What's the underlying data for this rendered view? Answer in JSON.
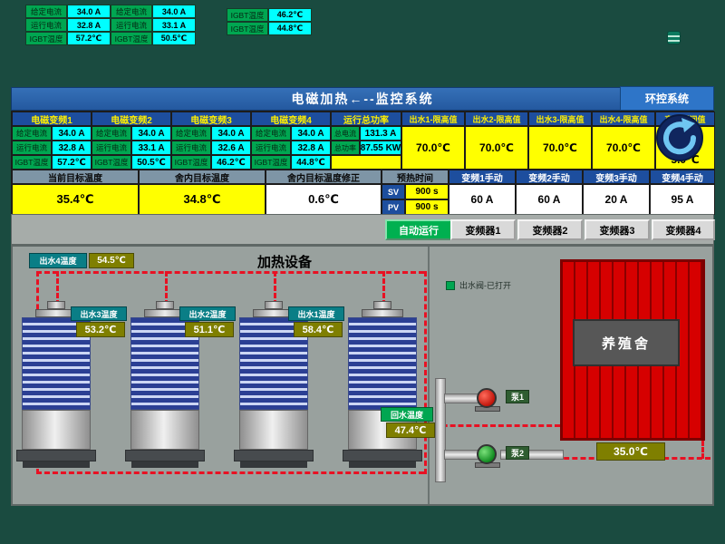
{
  "colors": {
    "background_teal": "#1a4b40",
    "header_blue": "#1d4e9e",
    "value_cyan": "#00ffff",
    "label_green": "#00a651",
    "panel_yellow": "#ffff00",
    "alarm_red": "#e81123",
    "olive_value": "#7f7f00",
    "teal_label": "#0a7e86",
    "run_green": "#00b050"
  },
  "top_strip": {
    "groups": [
      {
        "rows": [
          {
            "label": "给定电流",
            "value": "34.0 A"
          },
          {
            "label": "运行电流",
            "value": "32.8 A"
          },
          {
            "label": "IGBT温度",
            "value": "57.2℃"
          }
        ]
      },
      {
        "rows": [
          {
            "label": "给定电流",
            "value": "34.0 A"
          },
          {
            "label": "运行电流",
            "value": "33.1 A"
          },
          {
            "label": "IGBT温度",
            "value": "50.5℃"
          }
        ]
      },
      {
        "rows": [
          {
            "label": "IGBT温度",
            "value": "46.2℃"
          },
          {
            "label": "IGBT温度",
            "value": "44.8℃"
          }
        ]
      }
    ]
  },
  "titlebar": {
    "title": "电磁加热←--监控系统",
    "env_button": "环控系统"
  },
  "panel": {
    "inverters": [
      {
        "header": "电磁变频1",
        "rows": [
          {
            "label": "给定电流",
            "value": "34.0 A"
          },
          {
            "label": "运行电流",
            "value": "32.8 A"
          },
          {
            "label": "IGBT温度",
            "value": "57.2℃"
          }
        ]
      },
      {
        "header": "电磁变频2",
        "rows": [
          {
            "label": "给定电流",
            "value": "34.0 A"
          },
          {
            "label": "运行电流",
            "value": "33.1 A"
          },
          {
            "label": "IGBT温度",
            "value": "50.5℃"
          }
        ]
      },
      {
        "header": "电磁变频3",
        "rows": [
          {
            "label": "给定电流",
            "value": "34.0 A"
          },
          {
            "label": "运行电流",
            "value": "32.6 A"
          },
          {
            "label": "IGBT温度",
            "value": "46.2℃"
          }
        ]
      },
      {
        "header": "电磁变频4",
        "rows": [
          {
            "label": "给定电流",
            "value": "34.0 A"
          },
          {
            "label": "运行电流",
            "value": "32.8 A"
          },
          {
            "label": "IGBT温度",
            "value": "44.8℃"
          }
        ]
      }
    ],
    "power": {
      "header": "运行总功率",
      "rows": [
        {
          "label": "总电流",
          "value": "131.3 A"
        },
        {
          "label": "总功率",
          "value": "87.55 KW"
        }
      ]
    },
    "limits": [
      {
        "header": "出水1-限高值",
        "value": "70.0℃"
      },
      {
        "header": "出水2-限高值",
        "value": "70.0℃"
      },
      {
        "header": "出水3-限高值",
        "value": "70.0℃"
      },
      {
        "header": "出水4-限高值",
        "value": "70.0℃"
      },
      {
        "header": "高温区间值",
        "value": "5.0℃"
      }
    ],
    "targets": [
      {
        "header": "当前目标温度",
        "value": "35.4℃"
      },
      {
        "header": "舍内目标温度",
        "value": "34.8℃"
      },
      {
        "header": "舍内目标温度修正",
        "value": "0.6℃"
      }
    ],
    "preheat": {
      "header": "预热时间",
      "sv_label": "SV",
      "sv_value": "900 s",
      "pv_label": "PV",
      "pv_value": "900 s"
    },
    "manual": [
      {
        "header": "变频1手动",
        "value": "60 A"
      },
      {
        "header": "变频2手动",
        "value": "60 A"
      },
      {
        "header": "变频3手动",
        "value": "20 A"
      },
      {
        "header": "变频4手动",
        "value": "95 A"
      }
    ],
    "auto_run_button": "自动运行",
    "inverter_buttons": [
      "变频器1",
      "变频器2",
      "变频器3",
      "变频器4"
    ]
  },
  "equipment": {
    "title": "加热设备",
    "legend_label": "出水阀-已打开",
    "outlet4": {
      "label": "出水4温度",
      "value": "54.5℃"
    },
    "tower_labels": [
      {
        "label": "出水3温度",
        "value": "53.2℃"
      },
      {
        "label": "出水2温度",
        "value": "51.1℃"
      },
      {
        "label": "出水1温度",
        "value": "58.4℃"
      }
    ],
    "return_water": {
      "label": "回水温度",
      "value": "47.4℃"
    },
    "pumps": [
      {
        "label": "泵1"
      },
      {
        "label": "泵2"
      }
    ],
    "barn": {
      "name": "养殖舍",
      "temp": "35.0℃"
    }
  }
}
